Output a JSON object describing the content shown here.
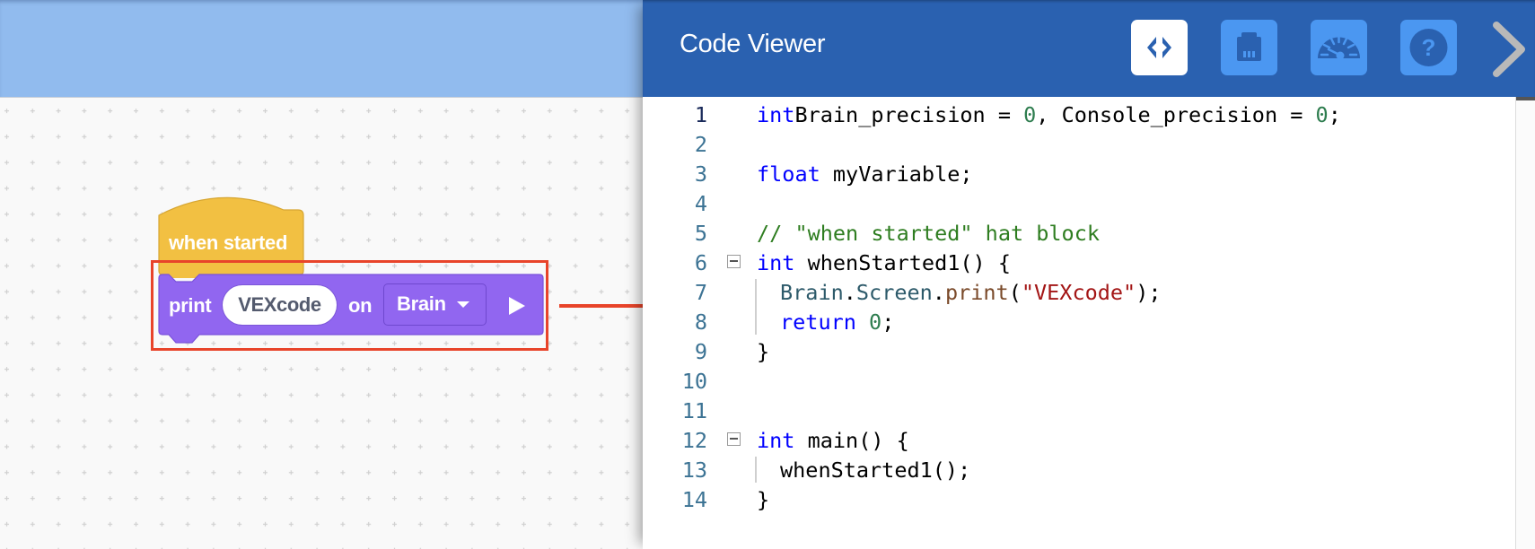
{
  "workspace": {
    "hat_block": {
      "label": "when started",
      "color": "#f2c042"
    },
    "print_block": {
      "label_print": "print",
      "text_value": "VEXcode",
      "label_on": "on",
      "dropdown_value": "Brain",
      "color": "#9166f0"
    },
    "annotation": {
      "highlight_color": "#e8442a"
    }
  },
  "code_viewer": {
    "title": "Code Viewer",
    "header_color": "#2a61b0",
    "buttons": [
      {
        "name": "code-view-icon",
        "active": true
      },
      {
        "name": "device-port-icon",
        "active": false
      },
      {
        "name": "dashboard-gauge-icon",
        "active": false
      },
      {
        "name": "help-icon",
        "active": false
      }
    ],
    "collapse_icon": "chevron-right-icon",
    "current_line": 1,
    "lines": [
      {
        "n": "1",
        "tokens": [
          [
            "kw",
            "int"
          ],
          [
            "",
            "Brain_precision = "
          ],
          [
            "num",
            "0"
          ],
          [
            "",
            ", Console_precision = "
          ],
          [
            "num",
            "0"
          ],
          [
            "",
            ";"
          ]
        ]
      },
      {
        "n": "2",
        "tokens": []
      },
      {
        "n": "3",
        "tokens": [
          [
            "kw",
            "float"
          ],
          [
            "",
            " myVariable;"
          ]
        ]
      },
      {
        "n": "4",
        "tokens": []
      },
      {
        "n": "5",
        "tokens": [
          [
            "cm",
            "// \"when started\" hat block"
          ]
        ]
      },
      {
        "n": "6",
        "fold": true,
        "tokens": [
          [
            "kw",
            "int"
          ],
          [
            "",
            " whenStarted1() {"
          ]
        ]
      },
      {
        "n": "7",
        "indent": true,
        "tokens": [
          [
            "obj",
            "Brain"
          ],
          [
            "",
            "."
          ],
          [
            "obj",
            "Screen"
          ],
          [
            "",
            "."
          ],
          [
            "fn",
            "print"
          ],
          [
            "",
            "("
          ],
          [
            "str",
            "\"VEXcode\""
          ],
          [
            "",
            ");"
          ]
        ]
      },
      {
        "n": "8",
        "indent": true,
        "tokens": [
          [
            "kw",
            "return"
          ],
          [
            "",
            " "
          ],
          [
            "num",
            "0"
          ],
          [
            "",
            ";"
          ]
        ]
      },
      {
        "n": "9",
        "tokens": [
          [
            "",
            "}"
          ]
        ]
      },
      {
        "n": "10",
        "tokens": []
      },
      {
        "n": "11",
        "tokens": []
      },
      {
        "n": "12",
        "fold": true,
        "tokens": [
          [
            "kw",
            "int"
          ],
          [
            "",
            " main() {"
          ]
        ]
      },
      {
        "n": "13",
        "indent": true,
        "tokens": [
          [
            "",
            "whenStarted1();"
          ]
        ]
      },
      {
        "n": "14",
        "tokens": [
          [
            "",
            "}"
          ]
        ]
      }
    ]
  }
}
